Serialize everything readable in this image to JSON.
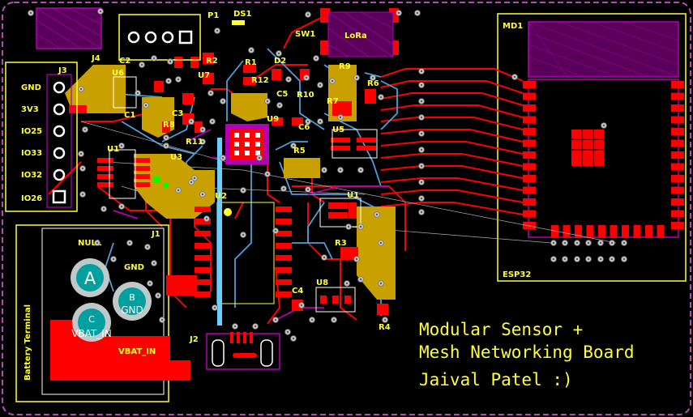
{
  "colors": {
    "background": "#000000",
    "board_outline": "#b44bb4",
    "silkscreen": "#ffff33",
    "top_copper": "#ff0000",
    "bottom_copper": "#4aa0d8",
    "pad_gold": "#c8a000",
    "keepout_magenta": "#b400b4",
    "via": "#c8c8c8"
  },
  "board": {
    "title_line1": "Modular Sensor +",
    "title_line2": "Mesh Networking Board",
    "author": "Jaival Patel :)"
  },
  "designators": {
    "p1": "P1",
    "ds1": "DS1",
    "sw1": "SW1",
    "j4": "J4",
    "j3": "J3",
    "u6": "U6",
    "c2": "C2",
    "r2": "R2",
    "u7": "U7",
    "r1": "R1",
    "d2": "D2",
    "r12": "R12",
    "c5": "C5",
    "r10": "R10",
    "r9": "R9",
    "r6": "R6",
    "r7": "R7",
    "c1": "C1",
    "c3": "C3",
    "r8": "R8",
    "r11": "R11",
    "u9": "U9",
    "c6": "C6",
    "u5": "U5",
    "u1_left": "U1",
    "u3": "U3",
    "r5": "R5",
    "u1_right": "U1",
    "u2": "U2",
    "r3": "R3",
    "j1": "J1",
    "c4": "C4",
    "u8": "U8",
    "r4": "R4",
    "j2": "J2",
    "md1": "MD1",
    "esp32": "ESP32",
    "lora": "LoRa"
  },
  "header_j3_pins": [
    "GND",
    "3V3",
    "IO25",
    "IO33",
    "IO32",
    "IO26"
  ],
  "battery": {
    "label": "Battery Terminal",
    "null_label": "NULL",
    "gnd_label": "GND",
    "pad_a": "A",
    "pad_b": "B",
    "pad_b_sub": "GND",
    "pad_c": "C",
    "pad_c_sub": "VBAT_IN",
    "vbat_label": "VBAT_IN"
  }
}
